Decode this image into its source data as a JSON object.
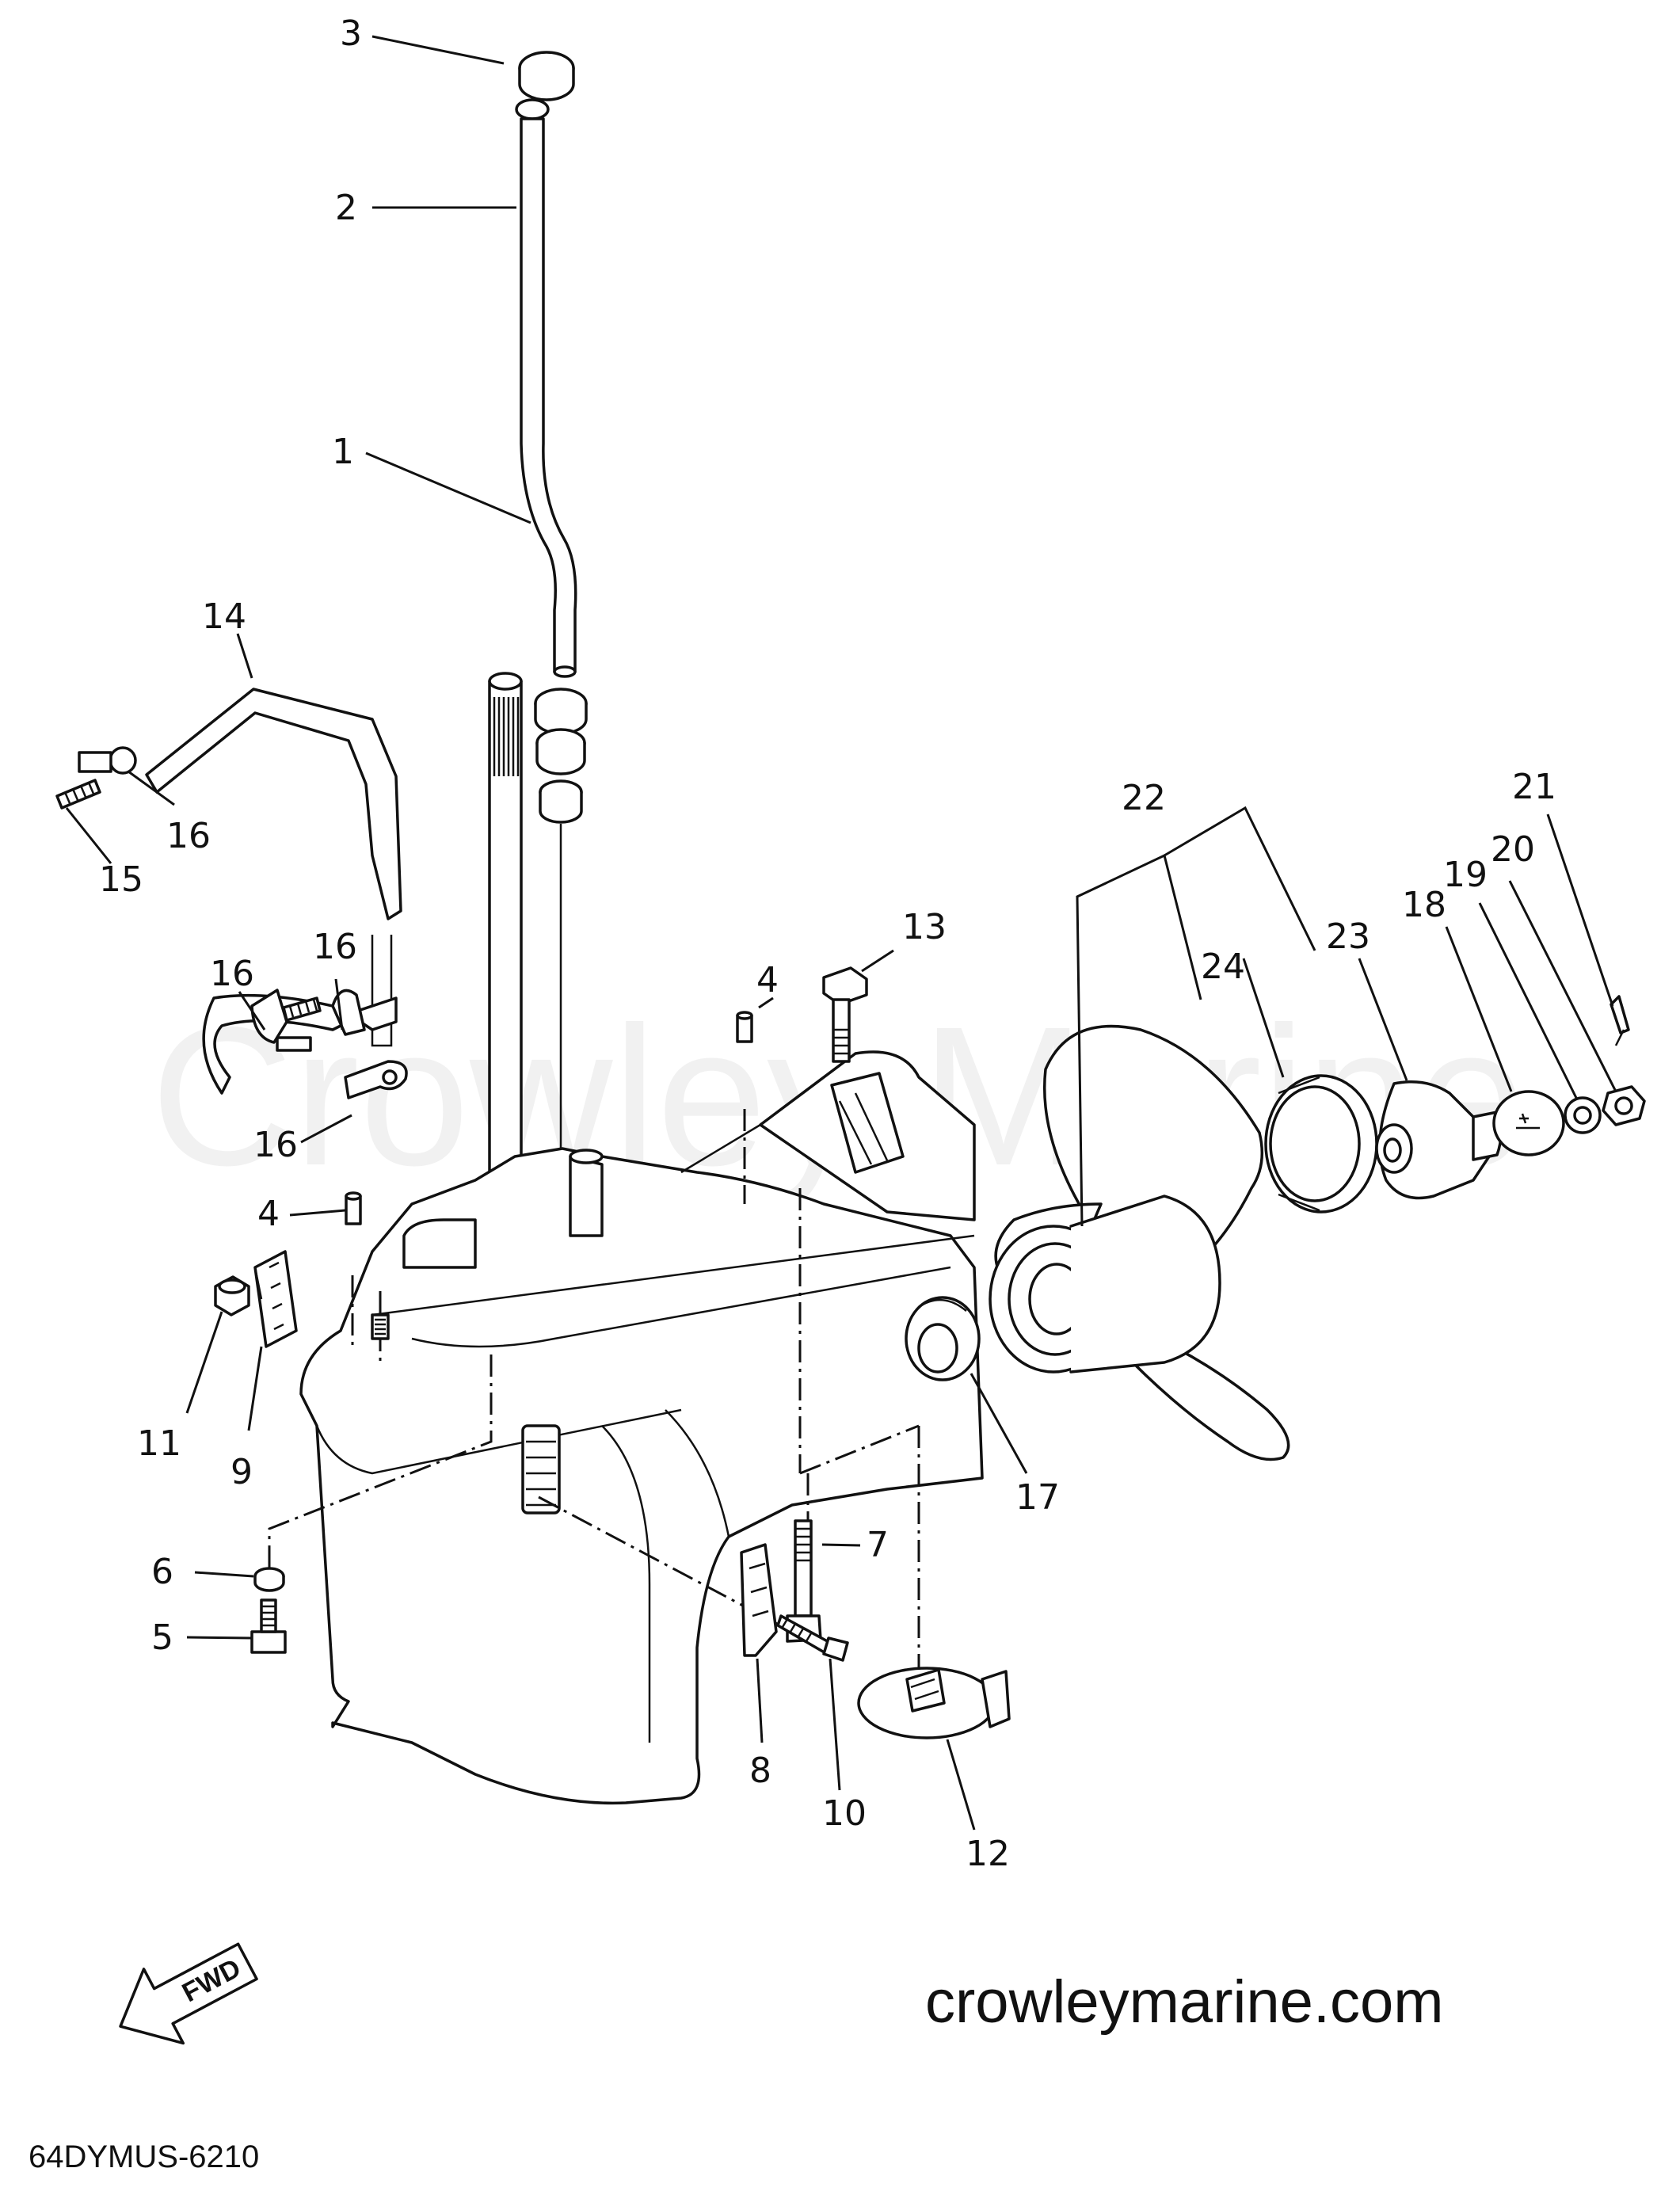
{
  "diagram": {
    "watermark": "Crowley Marine",
    "website": "crowleymarine.com",
    "part_code": "64DYMUS-6210",
    "direction_label": "FWD",
    "callouts": [
      "3",
      "2",
      "1",
      "14",
      "16",
      "15",
      "16",
      "16",
      "16",
      "4",
      "4",
      "13",
      "11",
      "9",
      "6",
      "5",
      "7",
      "17",
      "8",
      "10",
      "12",
      "22",
      "24",
      "23",
      "18",
      "19",
      "20",
      "21"
    ]
  }
}
